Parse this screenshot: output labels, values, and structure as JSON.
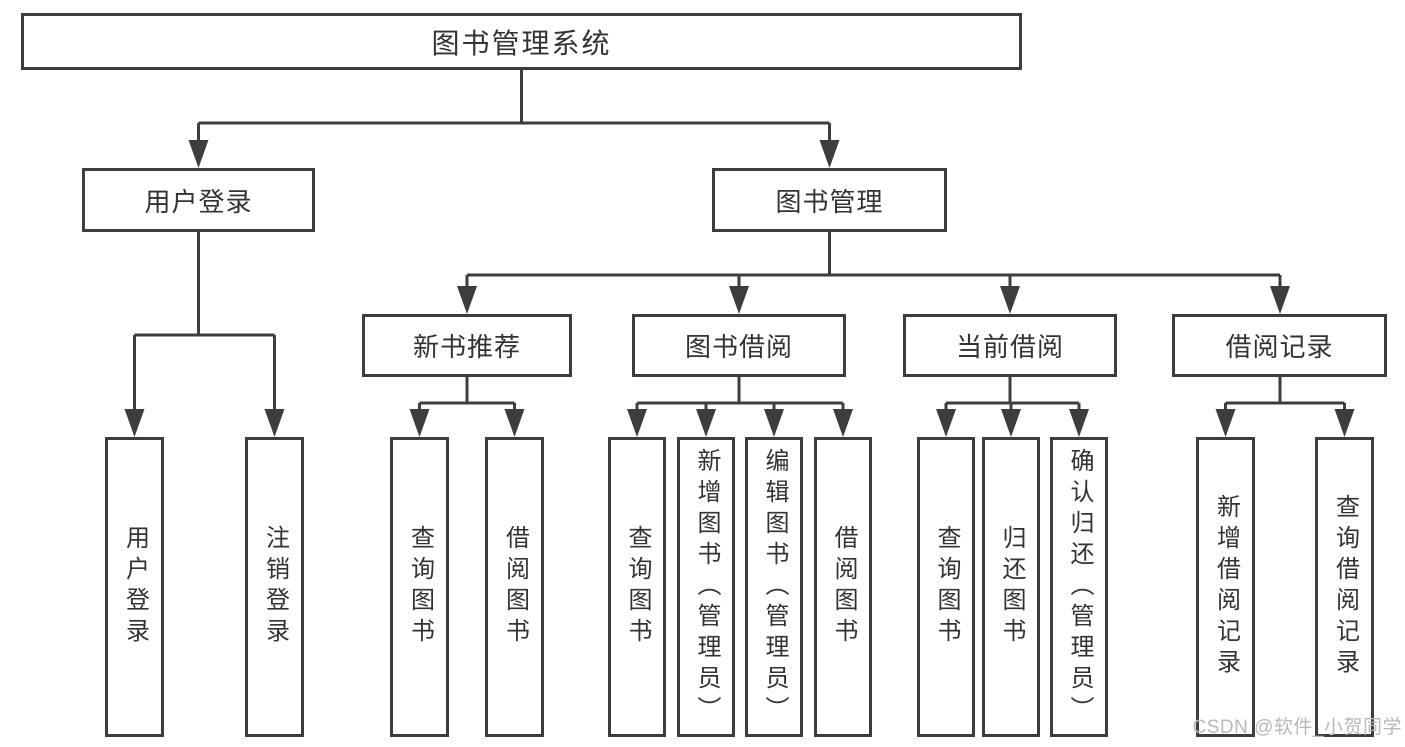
{
  "diagram": {
    "root": "图书管理系统",
    "level2": {
      "user_login": "用户登录",
      "book_mgmt": "图书管理"
    },
    "level3": {
      "new_books": "新书推荐",
      "borrow": "图书借阅",
      "current": "当前借阅",
      "records": "借阅记录"
    },
    "leaves": {
      "login": "用户登录",
      "logout": "注销登录",
      "nb_query": "查询图书",
      "nb_borrow": "借阅图书",
      "bw_query": "查询图书",
      "bw_add": "新增图书（管理员）",
      "bw_edit": "编辑图书（管理员）",
      "bw_borrow": "借阅图书",
      "cu_query": "查询图书",
      "cu_return": "归还图书",
      "cu_confirm": "确认归还（管理员）",
      "rc_add": "新增借阅记录",
      "rc_query": "查询借阅记录"
    }
  },
  "watermark": "CSDN @软件_小贺同学",
  "colors": {
    "line": "#3d3d3d",
    "text": "#333333",
    "watermark": "#b9b9b9"
  }
}
